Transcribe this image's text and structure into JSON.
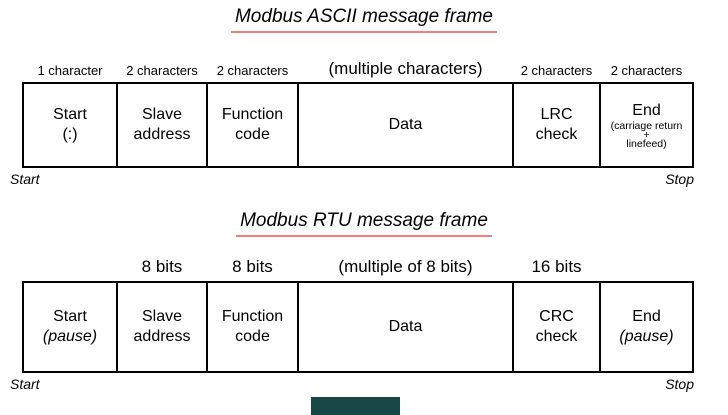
{
  "ascii": {
    "title": "Modbus ASCII message frame",
    "size_labels": [
      "1 character",
      "2 characters",
      "2 characters",
      "(multiple characters)",
      "2 characters",
      "2 characters"
    ],
    "cells": [
      {
        "l1": "Start",
        "l2": "(:)"
      },
      {
        "l1": "Slave",
        "l2": "address"
      },
      {
        "l1": "Function",
        "l2": "code"
      },
      {
        "l1": "Data"
      },
      {
        "l1": "LRC",
        "l2": "check"
      },
      {
        "l1": "End",
        "s1": "(carriage return",
        "s2": "+",
        "s3": "linefeed)"
      }
    ],
    "start_label": "Start",
    "stop_label": "Stop"
  },
  "rtu": {
    "title": "Modbus RTU message frame",
    "size_labels": [
      "",
      "8 bits",
      "8 bits",
      "(multiple of 8 bits)",
      "16 bits",
      ""
    ],
    "cells": [
      {
        "l1": "Start",
        "l2": "(pause)"
      },
      {
        "l1": "Slave",
        "l2": "address"
      },
      {
        "l1": "Function",
        "l2": "code"
      },
      {
        "l1": "Data"
      },
      {
        "l1": "CRC",
        "l2": "check"
      },
      {
        "l1": "End",
        "l2": "(pause)"
      }
    ],
    "start_label": "Start",
    "stop_label": "Stop"
  },
  "colors": {
    "title_underline": "#f08080",
    "marker": "#164848",
    "border": "#000000"
  }
}
